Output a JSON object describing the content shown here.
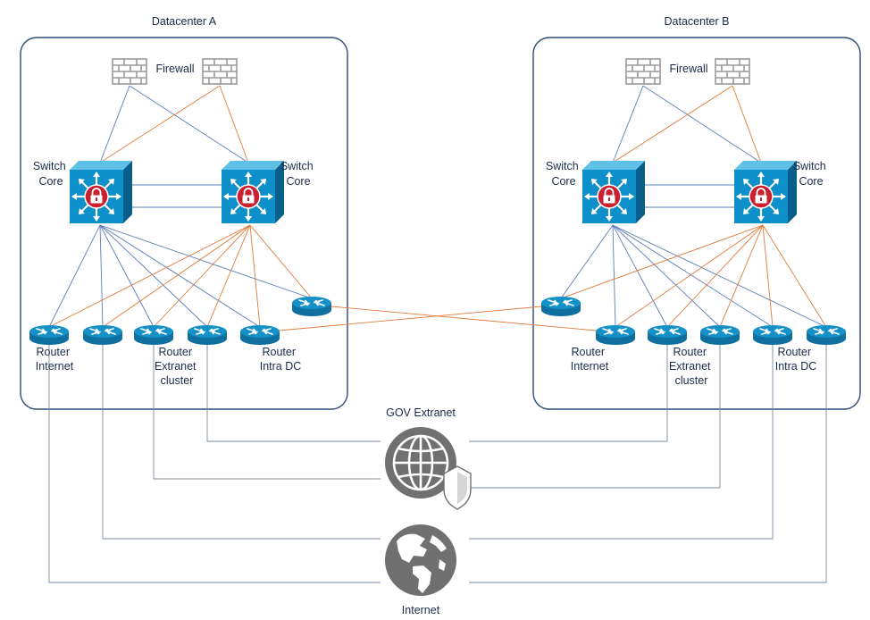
{
  "datacenters": [
    {
      "title": "Datacenter A",
      "firewall_label": "Firewall",
      "switch_left": [
        "Switch",
        "Core"
      ],
      "switch_right": [
        "Switch",
        "Core"
      ],
      "router_internet": [
        "Router",
        "Internet"
      ],
      "router_extranet": [
        "Router",
        "Extranet",
        "cluster"
      ],
      "router_intra": [
        "Router",
        "Intra DC"
      ]
    },
    {
      "title": "Datacenter B",
      "firewall_label": "Firewall",
      "switch_left": [
        "Switch",
        "Core"
      ],
      "switch_right": [
        "Switch",
        "Core"
      ],
      "router_internet": [
        "Router",
        "Internet"
      ],
      "router_extranet": [
        "Router",
        "Extranet",
        "cluster"
      ],
      "router_intra": [
        "Router",
        "Intra DC"
      ]
    }
  ],
  "clouds": {
    "gov_extranet": "GOV Extranet",
    "internet": "Internet"
  },
  "colors": {
    "link_blue": "#5b7fb8",
    "link_orange": "#e07a3a",
    "wan_line": "#7a8aa0",
    "box_border": "#2d4a7a",
    "switch_face": "#0d8fc9",
    "router_body": "#1591c8",
    "lock_red": "#c8202e",
    "firewall_gray": "#9a9a9a",
    "cloud_gray": "#707070"
  }
}
